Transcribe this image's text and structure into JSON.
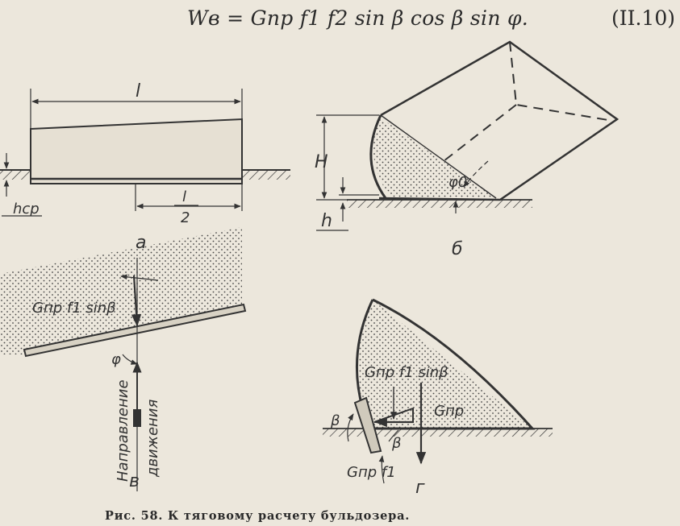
{
  "formula": {
    "expression": "Wв = Gпр f1 f2 sin β cos β sin φ.",
    "number": "(II.10)"
  },
  "labels": {
    "length_l": "l",
    "half_l_num": "l",
    "half_l_den": "2",
    "h_sr": "hср",
    "H": "H",
    "h": "h",
    "phi0": "φ0",
    "panel_a": "а",
    "panel_b": "б",
    "panel_v": "в",
    "panel_g": "г",
    "force_v": "Gпр f1 sinβ",
    "phi": "φ",
    "direction": "Направление",
    "motion": "движения",
    "force_g1": "Gпр f1 sinβ",
    "force_g2": "Gпр",
    "force_g3": "Gпр f1",
    "beta": "β"
  },
  "caption": "Рис. 58. К тяговому расчету бульдозера."
}
